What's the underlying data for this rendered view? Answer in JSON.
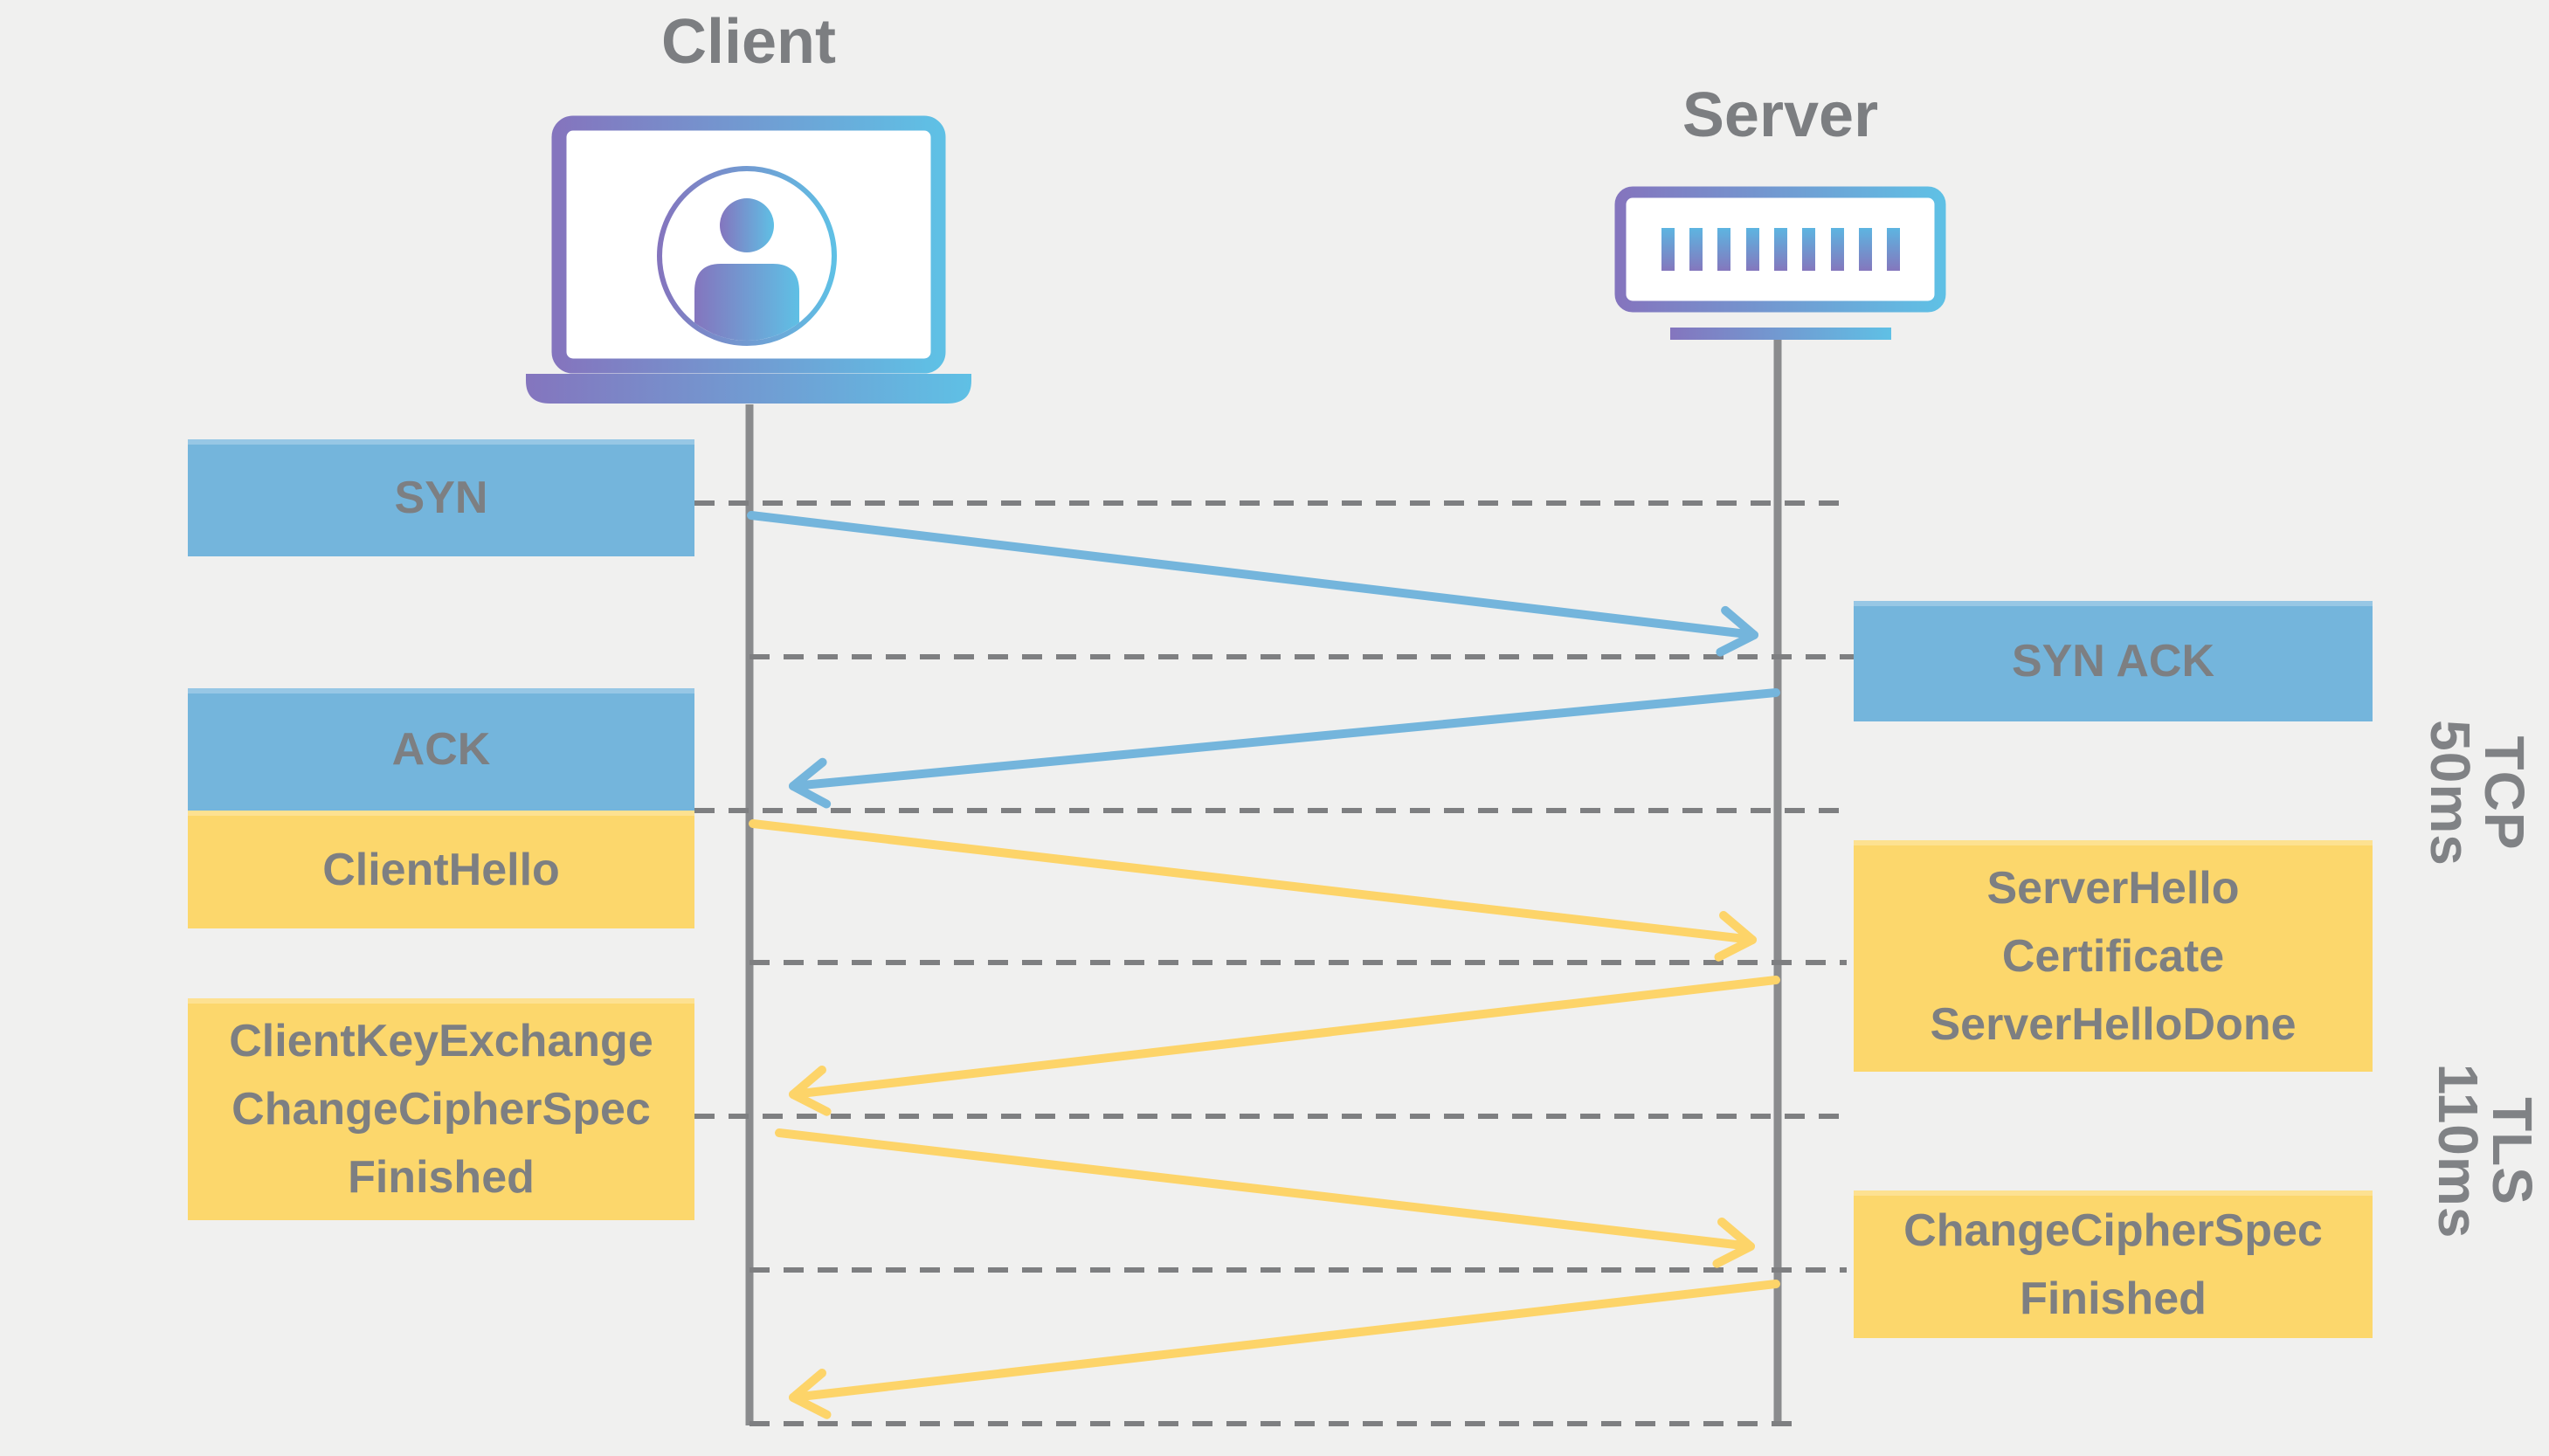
{
  "actors": {
    "client": {
      "label": "Client"
    },
    "server": {
      "label": "Server"
    }
  },
  "messages": {
    "syn": {
      "lines": [
        "SYN"
      ],
      "protocol": "TCP",
      "from": "client",
      "to": "server"
    },
    "syn_ack": {
      "lines": [
        "SYN ACK"
      ],
      "protocol": "TCP",
      "from": "server",
      "to": "client"
    },
    "ack": {
      "lines": [
        "ACK"
      ],
      "protocol": "TCP",
      "from": "client",
      "to": "server"
    },
    "client_hello": {
      "lines": [
        "ClientHello"
      ],
      "protocol": "TLS",
      "from": "client",
      "to": "server"
    },
    "server_hello": {
      "lines": [
        "ServerHello",
        "Certificate",
        "ServerHelloDone"
      ],
      "protocol": "TLS",
      "from": "server",
      "to": "client"
    },
    "client_key_exchange": {
      "lines": [
        "ClientKeyExchange",
        "ChangeCipherSpec",
        "Finished"
      ],
      "protocol": "TLS",
      "from": "client",
      "to": "server"
    },
    "change_cipher_spec": {
      "lines": [
        "ChangeCipherSpec",
        "Finished"
      ],
      "protocol": "TLS",
      "from": "server",
      "to": "client"
    }
  },
  "phases": {
    "tcp": {
      "label": "TCP",
      "duration": "50ms"
    },
    "tls": {
      "label": "TLS",
      "duration": "110ms"
    }
  },
  "colors": {
    "tcp_blue": "#74b5dc",
    "tls_yellow": "#fcd76c",
    "arrow_blue": "#74b5dc",
    "arrow_yellow": "#fdd469",
    "text_gray": "#7d7f82",
    "lifeline_gray": "#8a8b8d",
    "dash_gray": "#7e7f81",
    "background": "#f0f0ef",
    "gradient_purple": "#8475be",
    "gradient_blue": "#5fc0e5"
  }
}
